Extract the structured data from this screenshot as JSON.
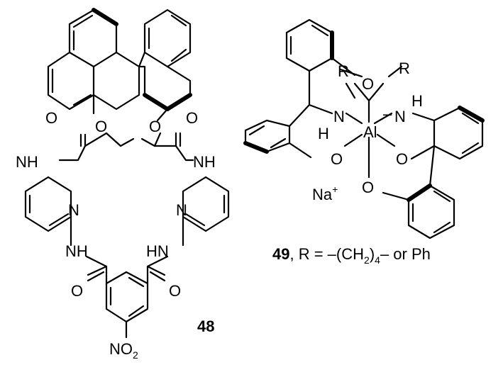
{
  "compound_48": {
    "number": "48",
    "atoms": {
      "o_left": "O",
      "o_right": "O",
      "carbonyl_o_left": "O",
      "carbonyl_o_right": "O",
      "nh_top_left": "NH",
      "nh_top_right": "NH",
      "n_py_left": "N",
      "n_py_right": "N",
      "nh_bottom_left": "NH",
      "nh_bottom_right": "HN",
      "amide_o_left": "O",
      "amide_o_right": "O",
      "nitro": "NO",
      "nitro_sub": "2"
    }
  },
  "compound_49": {
    "number": "49",
    "caption_rest": ", R = –(CH",
    "caption_sub": "2",
    "caption_sub2": "4",
    "caption_tail": "– or Ph",
    "caption_paren": ")",
    "atoms": {
      "r_left": "R",
      "r_right": "R",
      "o_top": "O",
      "n_left": "N",
      "h_left": "H",
      "n_right": "N",
      "h_right": "H",
      "al": "Al",
      "minus": "–",
      "o_left": "O",
      "o_mid": "O",
      "o_bottom": "O",
      "na": "Na",
      "na_charge": "+"
    }
  }
}
